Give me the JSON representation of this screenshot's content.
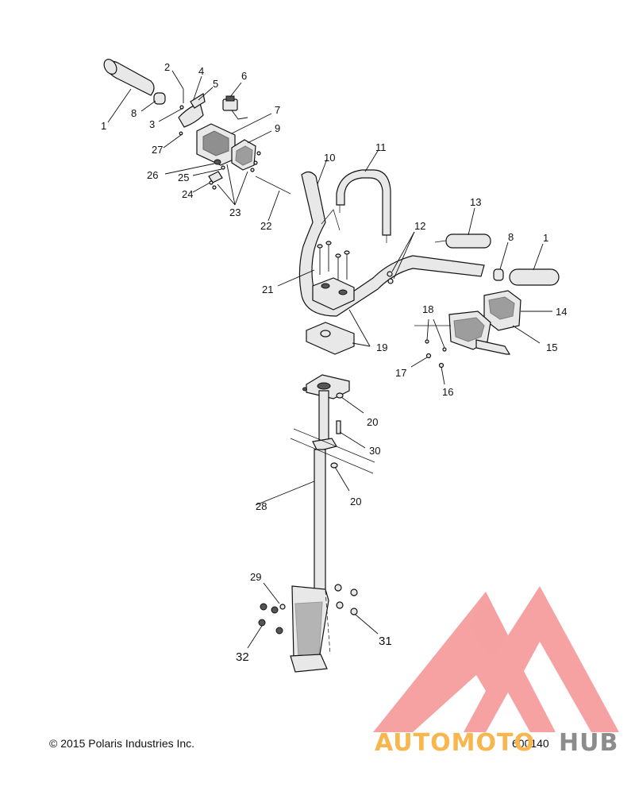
{
  "callouts": {
    "c1a": "1",
    "c2": "2",
    "c3": "3",
    "c4": "4",
    "c5": "5",
    "c6": "6",
    "c7": "7",
    "c8a": "8",
    "c9": "9",
    "c10": "10",
    "c11": "11",
    "c12": "12",
    "c13": "13",
    "c8b": "8",
    "c1b": "1",
    "c14": "14",
    "c15": "15",
    "c16": "16",
    "c17": "17",
    "c18": "18",
    "c19": "19",
    "c20a": "20",
    "c20b": "20",
    "c21": "21",
    "c22": "22",
    "c23": "23",
    "c24": "24",
    "c25": "25",
    "c26": "26",
    "c27": "27",
    "c28": "28",
    "c29": "29",
    "c30": "30",
    "c31": "31",
    "c32": "32"
  },
  "copyright": "© 2015 Polaris Industries Inc.",
  "diagram_number": "600140",
  "watermark": {
    "part1": "AUTOMOTO",
    "part2": "HUB",
    "color_red": "#f26d6d",
    "color_orange": "#f8b64c",
    "color_grey": "#8c8c8c"
  }
}
